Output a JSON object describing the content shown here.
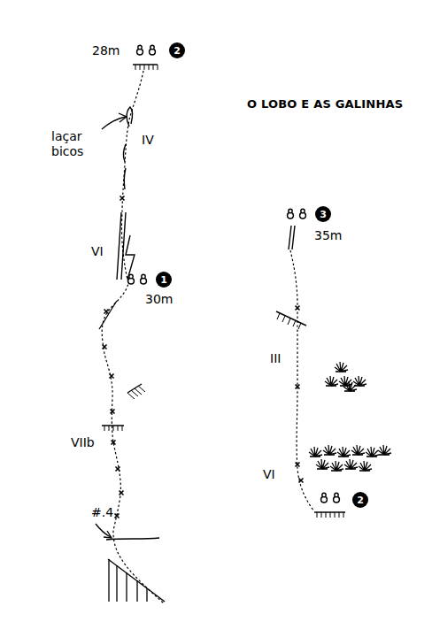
{
  "diagram": {
    "title": "O LOBO E AS GALINHAS",
    "nodes": [
      {
        "text": [
          "2"
        ]
      },
      {
        "text": [
          "3"
        ]
      },
      {
        "text": [
          "1"
        ]
      },
      {
        "text": [
          "2"
        ]
      }
    ],
    "edges": [],
    "labels": [
      "28m",
      "laçar bicos",
      "IV",
      "VI",
      "30m",
      "VIIb",
      "#.4",
      "35m",
      "III",
      "VI"
    ]
  }
}
